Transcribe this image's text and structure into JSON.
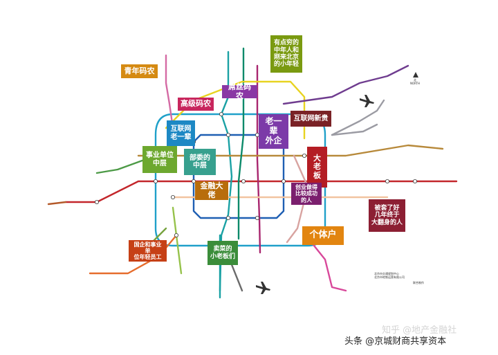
{
  "labels": {
    "young_coder": "青年码农",
    "senior_coder": "高级码农",
    "diaosi_coder": "屌丝码农",
    "newcomer": "有点穷的\n中年人和\n刚来北京\n的小年轻",
    "internet_veteran": "互联网\n老一辈",
    "internet_rich": "互联网新贵",
    "foreign_firm_veteran": "老一辈\n外企",
    "institution_mid": "事业单位\n中层",
    "ministry_mid": "部委的\n中层",
    "big_boss": "大\n老\n板",
    "finance": "金融大佬",
    "business_success": "创业做得\n比较成功\n的人",
    "finally_rich": "被套了好\n几年终于\n大翻身的人",
    "soe_young": "国企和事业单\n位年轻员工",
    "small_boss": "卖菜的\n小老板们",
    "self_employed": "个体户"
  },
  "colors": {
    "young_coder": "#d58a12",
    "senior_coder": "#c8265d",
    "diaosi_coder": "#8a37a4",
    "newcomer": "#7a9a10",
    "internet_veteran": "#1d88c4",
    "internet_rich": "#7a2226",
    "foreign_firm_veteran": "#7c3aa8",
    "institution_mid": "#6da82f",
    "ministry_mid": "#37a08e",
    "big_boss": "#b41d24",
    "finance": "#b86d0c",
    "business_success": "#7b1f6e",
    "finally_rich": "#8c1f33",
    "soe_young": "#c64016",
    "small_boss": "#3b8d3a",
    "self_employed": "#e28510"
  },
  "map_credits": {
    "line1": "北京市交通规划中心",
    "line2": "北京市地铁运营有限公司",
    "author": "联合制作"
  },
  "compass": "北\nNORTH",
  "watermark": {
    "faint": "知乎 @地产金融社",
    "main": "头条 @京城财商共享资本"
  }
}
